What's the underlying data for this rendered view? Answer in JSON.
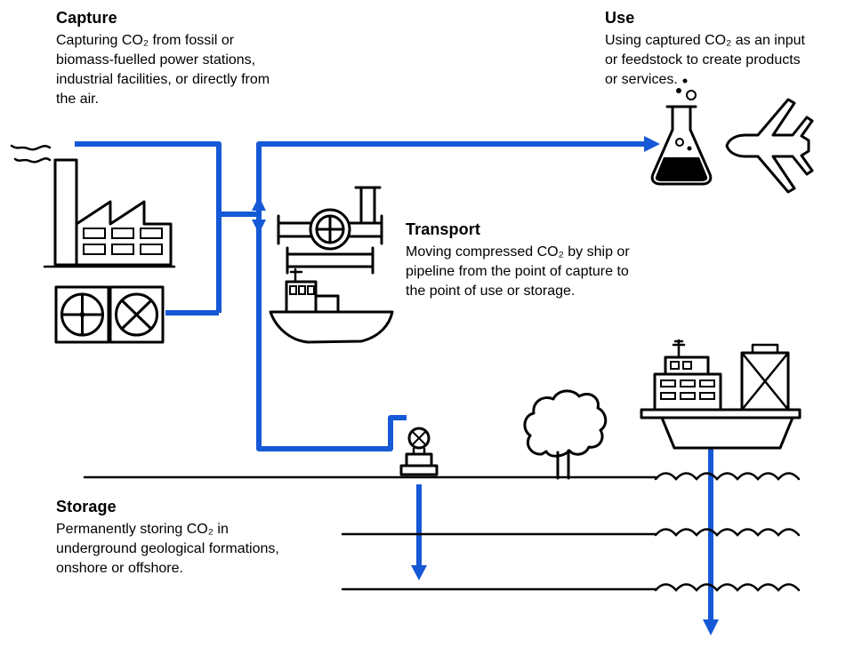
{
  "diagram": {
    "accent_color": "#1659d6",
    "line_color": "#000000",
    "background": "#ffffff"
  },
  "sections": {
    "capture": {
      "title": "Capture",
      "lines": [
        "Capturing CO₂ from fossil or",
        "biomass-fuelled power stations,",
        "industrial facilities, or directly from",
        "the air."
      ]
    },
    "use": {
      "title": "Use",
      "lines": [
        "Using captured CO₂ as an input",
        "or feedstock to create products",
        "or services."
      ]
    },
    "transport": {
      "title": "Transport",
      "lines": [
        "Moving compressed CO₂ by ship or",
        "pipeline from the point of capture to",
        "the point of use or storage."
      ]
    },
    "storage": {
      "title": "Storage",
      "lines": [
        "Permanently storing CO₂ in",
        "underground geological formations,",
        "onshore or offshore."
      ]
    }
  },
  "icons": [
    "factory-icon",
    "air-capture-fans-icon",
    "pipeline-compressor-icon",
    "ship-icon",
    "flask-icon",
    "airplane-icon",
    "injection-wellhead-icon",
    "tree-icon",
    "offshore-platform-icon"
  ]
}
